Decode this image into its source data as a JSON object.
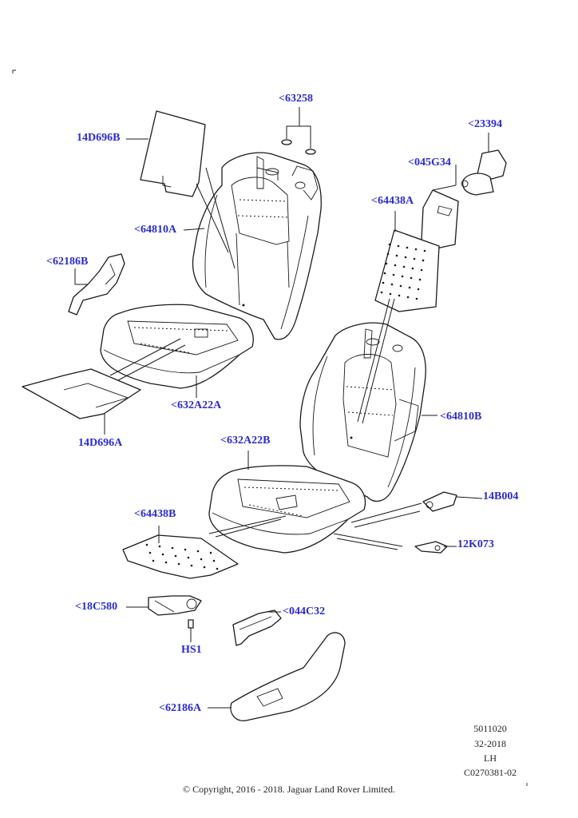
{
  "callouts": {
    "c63258": "<63258",
    "c14D696B": "14D696B",
    "c23394": "<23394",
    "c045G34": "<045G34",
    "c64438A": "<64438A",
    "c64810A": "<64810A",
    "c62186B": "<62186B",
    "c632A22A": "<632A22A",
    "c14D696A": "14D696A",
    "c64810B": "<64810B",
    "c632A22B": "<632A22B",
    "c14B004": "14B004",
    "c64438B": "<64438B",
    "c12K073": "12K073",
    "c18C580": "<18C580",
    "c044C32": "<044C32",
    "cHS1": "HS1",
    "c62186A": "<62186A"
  },
  "footer": {
    "code1": "5011020",
    "code2": "32-2018",
    "side": "LH",
    "ref": "C0270381-02",
    "copyright": "© Copyright, 2016 - 2018. Jaguar Land Rover Limited."
  },
  "colors": {
    "callout": "#2a2ad4",
    "line": "#1a1a1a"
  }
}
